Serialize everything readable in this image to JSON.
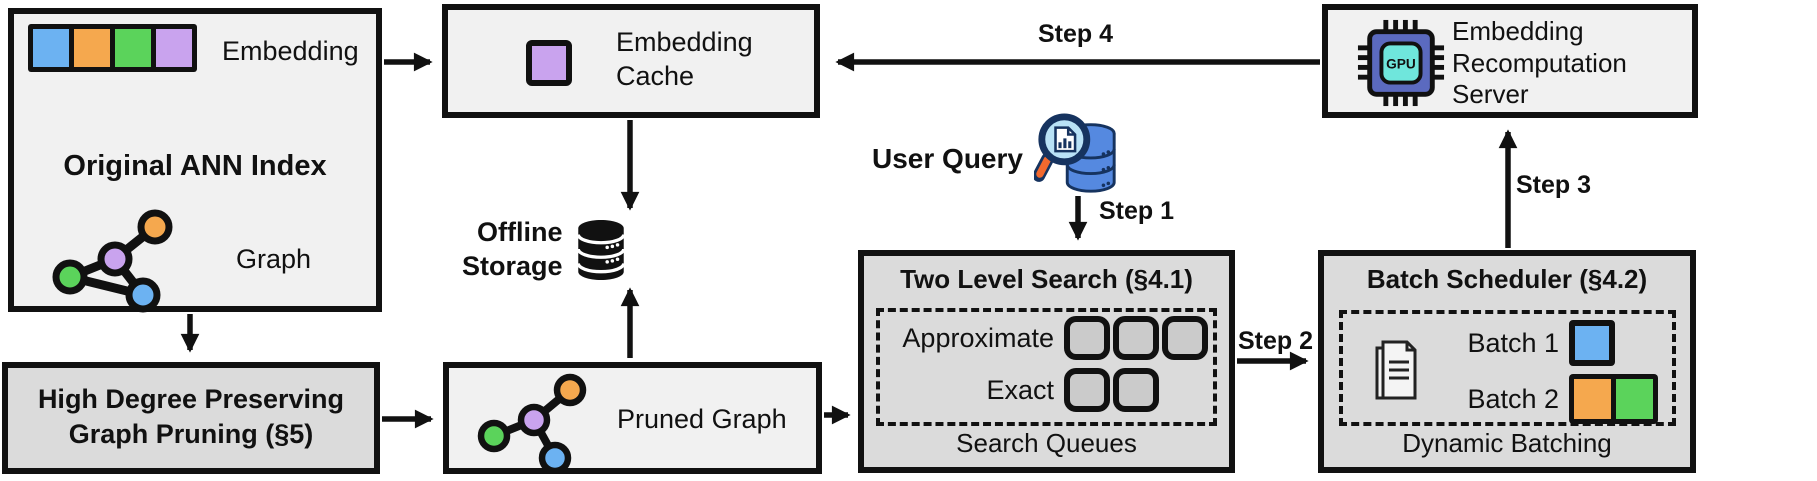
{
  "diagram": {
    "original_ann": {
      "title": "Original ANN Index",
      "embedding_label": "Embedding",
      "graph_label": "Graph"
    },
    "embedding_cache": {
      "label": "Embedding Cache"
    },
    "recomputation_server": {
      "label": "Embedding Recomputation Server",
      "gpu_text": "GPU"
    },
    "high_degree_pruning": {
      "line1": "High Degree Preserving",
      "line2": "Graph Pruning (§5)"
    },
    "pruned_graph": {
      "label": "Pruned Graph"
    },
    "two_level_search": {
      "title": "Two Level Search (§4.1)",
      "rows": [
        {
          "label": "Approximate",
          "queue_slots": 3
        },
        {
          "label": "Exact",
          "queue_slots": 2
        }
      ],
      "caption": "Search Queues"
    },
    "batch_scheduler": {
      "title": "Batch Scheduler (§4.2)",
      "rows": [
        {
          "label": "Batch 1",
          "colors": [
            "blue"
          ]
        },
        {
          "label": "Batch 2",
          "colors": [
            "orange",
            "green"
          ]
        }
      ],
      "caption": "Dynamic Batching"
    },
    "offline_storage": {
      "line1": "Offline",
      "line2": "Storage"
    },
    "user_query": {
      "label": "User Query"
    },
    "steps": {
      "step1": "Step 1",
      "step2": "Step 2",
      "step3": "Step 3",
      "step4": "Step 4"
    },
    "colors": {
      "blue": "#6cb2f2",
      "orange": "#f5a84e",
      "green": "#5bd35b",
      "purple": "#c9a3ee",
      "box_light": "#f1f1f1",
      "box_dark": "#dbdbdb",
      "queue_fill": "#cbcbcb",
      "chip_body": "#5b6abf",
      "chip_core": "#6fe6dc",
      "magnifier_handle": "#f2692e",
      "query_db": "#5589e0",
      "line": "#111111"
    }
  }
}
